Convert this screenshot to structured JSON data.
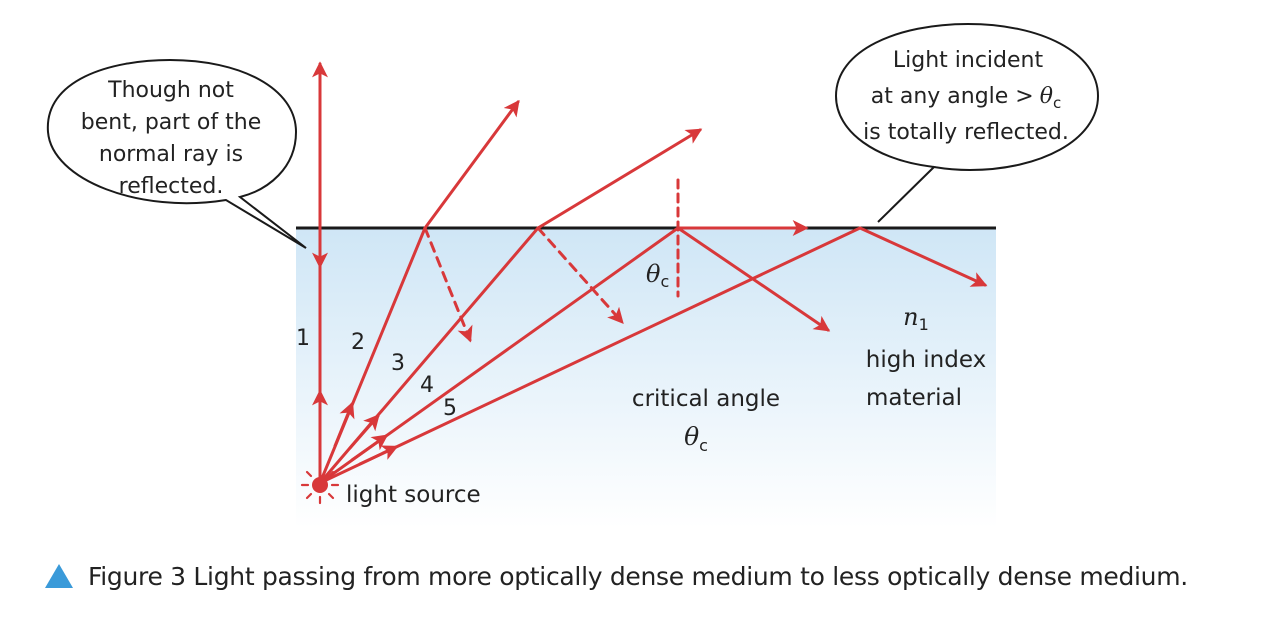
{
  "bubble_left": {
    "lines": [
      "Though not",
      "bent, part of the",
      "normal ray is",
      "reflected."
    ]
  },
  "bubble_right": {
    "lines": [
      "Light incident",
      "at any angle >",
      "is totally reflected."
    ],
    "theta": "θ",
    "theta_sub": "c"
  },
  "ray_labels": [
    "1",
    "2",
    "3",
    "4",
    "5"
  ],
  "critical_angle_label": "critical angle",
  "theta_symbol": "θ",
  "theta_subscript": "c",
  "medium": {
    "index_symbol": "n",
    "index_subscript": "1",
    "label_line1": "high index",
    "label_line2": "material"
  },
  "light_source_label": "light source",
  "caption": "Figure 3 Light passing from more optically dense medium to less optically dense medium.",
  "colors": {
    "ray": "#d8383a",
    "boundary": "#1a1a1a",
    "medium_top": "#cfe6f6",
    "medium_bottom": "#ffffff",
    "caption_triangle": "#3a9ad9"
  }
}
